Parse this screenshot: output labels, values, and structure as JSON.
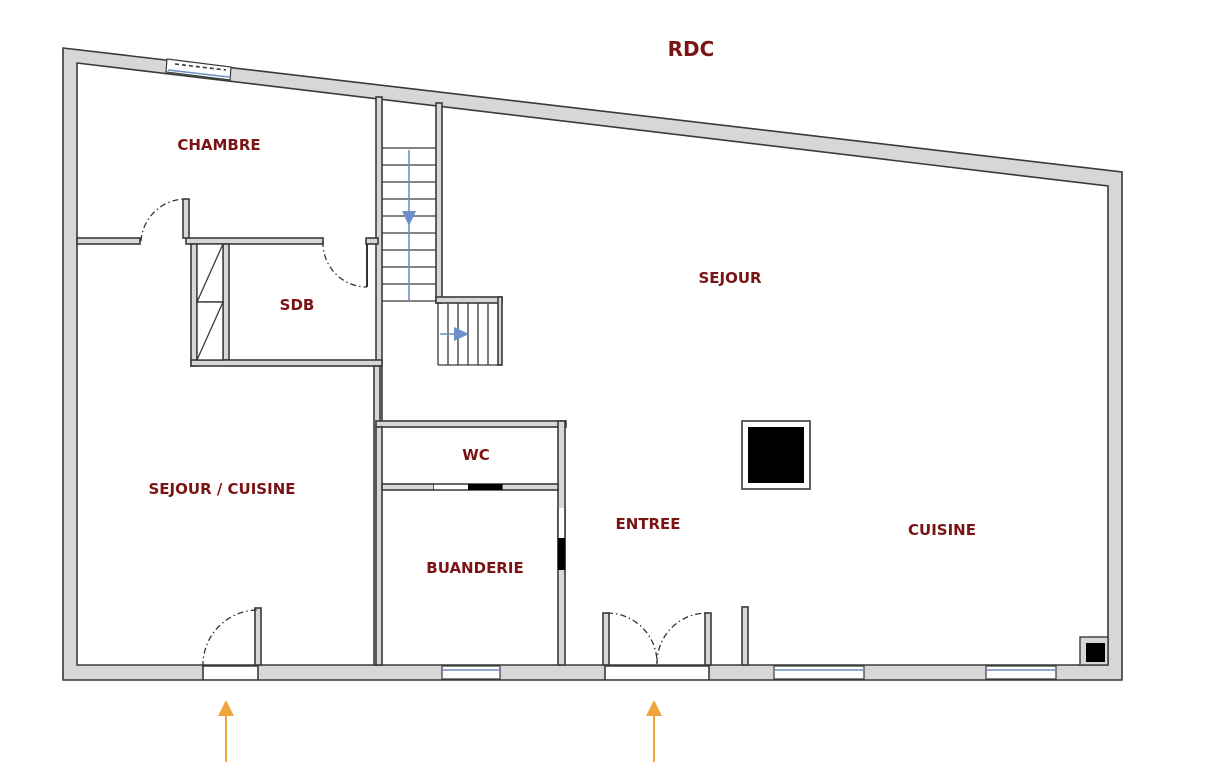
{
  "title": "RDC",
  "rooms": {
    "chambre": "CHAMBRE",
    "sdb": "SDB",
    "sejour_cuisine": "SEJOUR / CUISINE",
    "wc": "WC",
    "buanderie": "BUANDERIE",
    "entree": "ENTREE",
    "sejour": "SEJOUR",
    "cuisine": "CUISINE"
  },
  "colors": {
    "label": "#7a1313",
    "wall_fill": "#d7d7d7",
    "entry_arrow": "#f0a23c",
    "stair_arrow": "#6f8fc8"
  },
  "icons": {
    "entry_markers": [
      "entry-arrow-icon",
      "entry-arrow-icon"
    ],
    "stair_markers": [
      "stair-direction-arrow-icon",
      "stair-direction-arrow-icon"
    ]
  }
}
